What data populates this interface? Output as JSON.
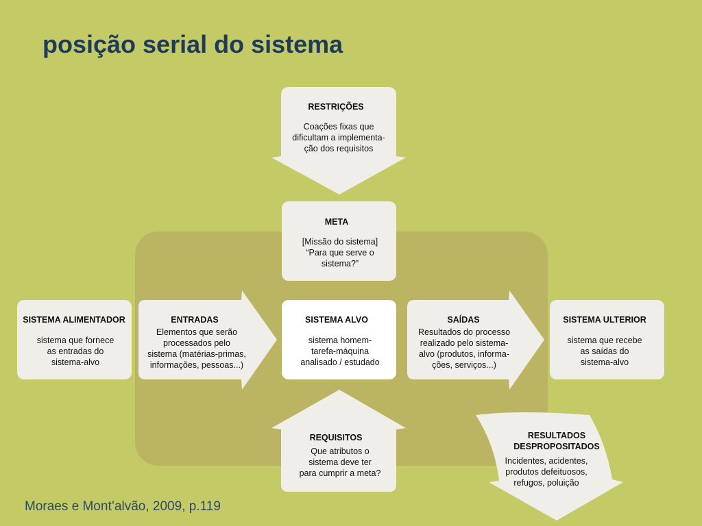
{
  "slide": {
    "title": "posição serial do sistema",
    "citation": "Moraes e Mont’alvão, 2009, p.119"
  },
  "colors": {
    "background": "#c3ca66",
    "panel": "#bbb563",
    "box": "#f0eee8",
    "box_highlight": "#ffffff",
    "title": "#1f3b5c"
  },
  "diagram": {
    "restricoes": {
      "heading": "RESTRIÇÕES",
      "text": "Coações fixas que\ndificultam a implementa-\nção dos requisitos"
    },
    "meta": {
      "heading": "META",
      "text": "[Missão do sistema]\n“Para que serve o\nsistema?”"
    },
    "sistema_alimentador": {
      "heading": "SISTEMA ALIMENTADOR",
      "text": "sistema que fornece\nas entradas do\nsistema-alvo"
    },
    "entradas": {
      "heading": "ENTRADAS",
      "text": "Elementos que serão\nprocessados pelo\nsistema (matérias-primas,\ninformações, pessoas...)"
    },
    "sistema_alvo": {
      "heading": "SISTEMA ALVO",
      "text": "sistema homem-\ntarefa-máquina\nanalisado / estudado"
    },
    "saidas": {
      "heading": "SAÍDAS",
      "text": "Resultados do processo\nrealizado pelo sistema-\nalvo (produtos, informa-\nções, serviços...)"
    },
    "sistema_ulterior": {
      "heading": "SISTEMA ULTERIOR",
      "text": "sistema que recebe\nas saídas do\nsistema-alvo"
    },
    "requisitos": {
      "heading": "REQUISITOS",
      "text": "Que atributos o\nsistema deve ter\npara cumprir a meta?"
    },
    "resultados_despropositados": {
      "heading": "RESULTADOS\nDESPROPOSITADOS",
      "text": "Incidentes, acidentes,\nprodutos defeituosos,\nrefugos, poluição"
    }
  }
}
